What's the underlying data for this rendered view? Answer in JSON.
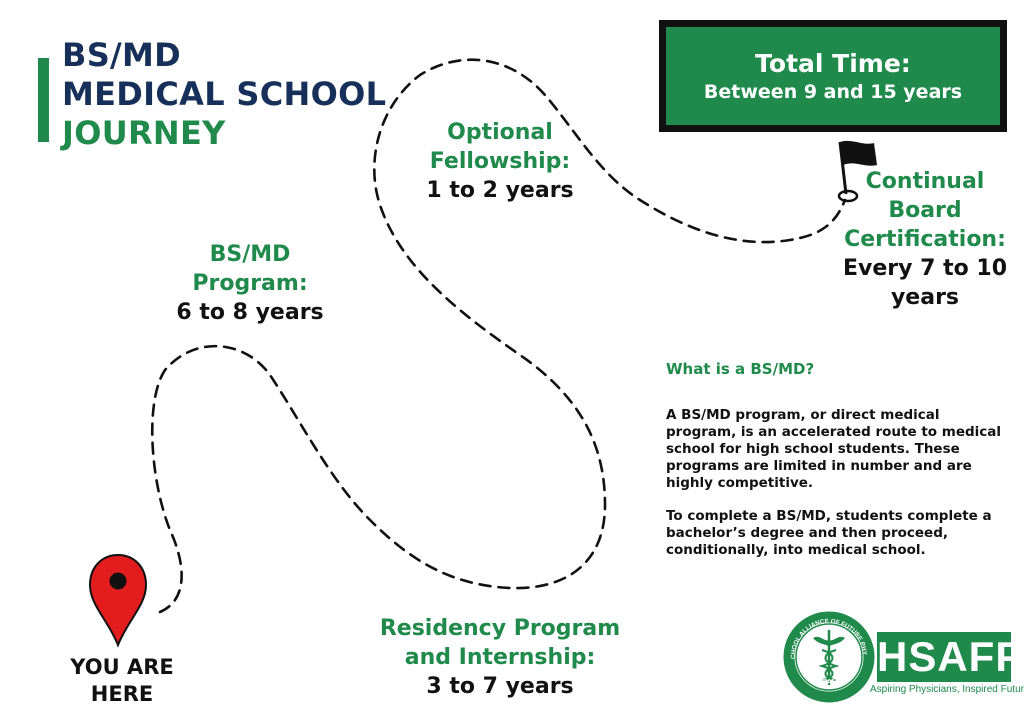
{
  "title": {
    "line1": "BS/MD",
    "line2": "MEDICAL SCHOOL",
    "line3": "JOURNEY"
  },
  "total_time": {
    "heading": "Total Time:",
    "value": "Between 9 and 15 years"
  },
  "stages": {
    "fellowship": {
      "label_line1": "Optional",
      "label_line2": "Fellowship:",
      "duration": "1 to 2 years"
    },
    "bsmd": {
      "label_line1": "BS/MD",
      "label_line2": "Program:",
      "duration": "6 to 8 years"
    },
    "board": {
      "label_line1": "Continual",
      "label_line2": "Board",
      "label_line3": "Certification:",
      "duration_line1": "Every 7 to 10",
      "duration_line2": "years"
    },
    "residency": {
      "label_line1": "Residency Program",
      "label_line2": "and Internship:",
      "duration": "3 to 7 years"
    }
  },
  "start": {
    "line1": "YOU ARE",
    "line2": "HERE"
  },
  "info": {
    "question": "What is a BS/MD?",
    "para1": "A BS/MD program, or direct medical program, is an accelerated route to medical school for high school students. These programs are limited in number and are highly competitive.",
    "para2": "To complete a BS/MD, students complete a bachelor’s degree and then proceed, conditionally, into medical school."
  },
  "logo": {
    "wordmark": "HSAFP",
    "tagline": "Aspiring Physicians, Inspired Futures",
    "ring_text_top": "HIGH SCHOOL ALLIANCE OF FUTURE PHYSICIANS",
    "ring_text_bottom": "HSAFP"
  },
  "colors": {
    "green": "#1f8a4c",
    "navy": "#17305a",
    "pin_red": "#e31d1d"
  },
  "icons": {
    "start": "map-pin-icon",
    "end": "flag-icon",
    "logo": "caduceus-icon"
  }
}
